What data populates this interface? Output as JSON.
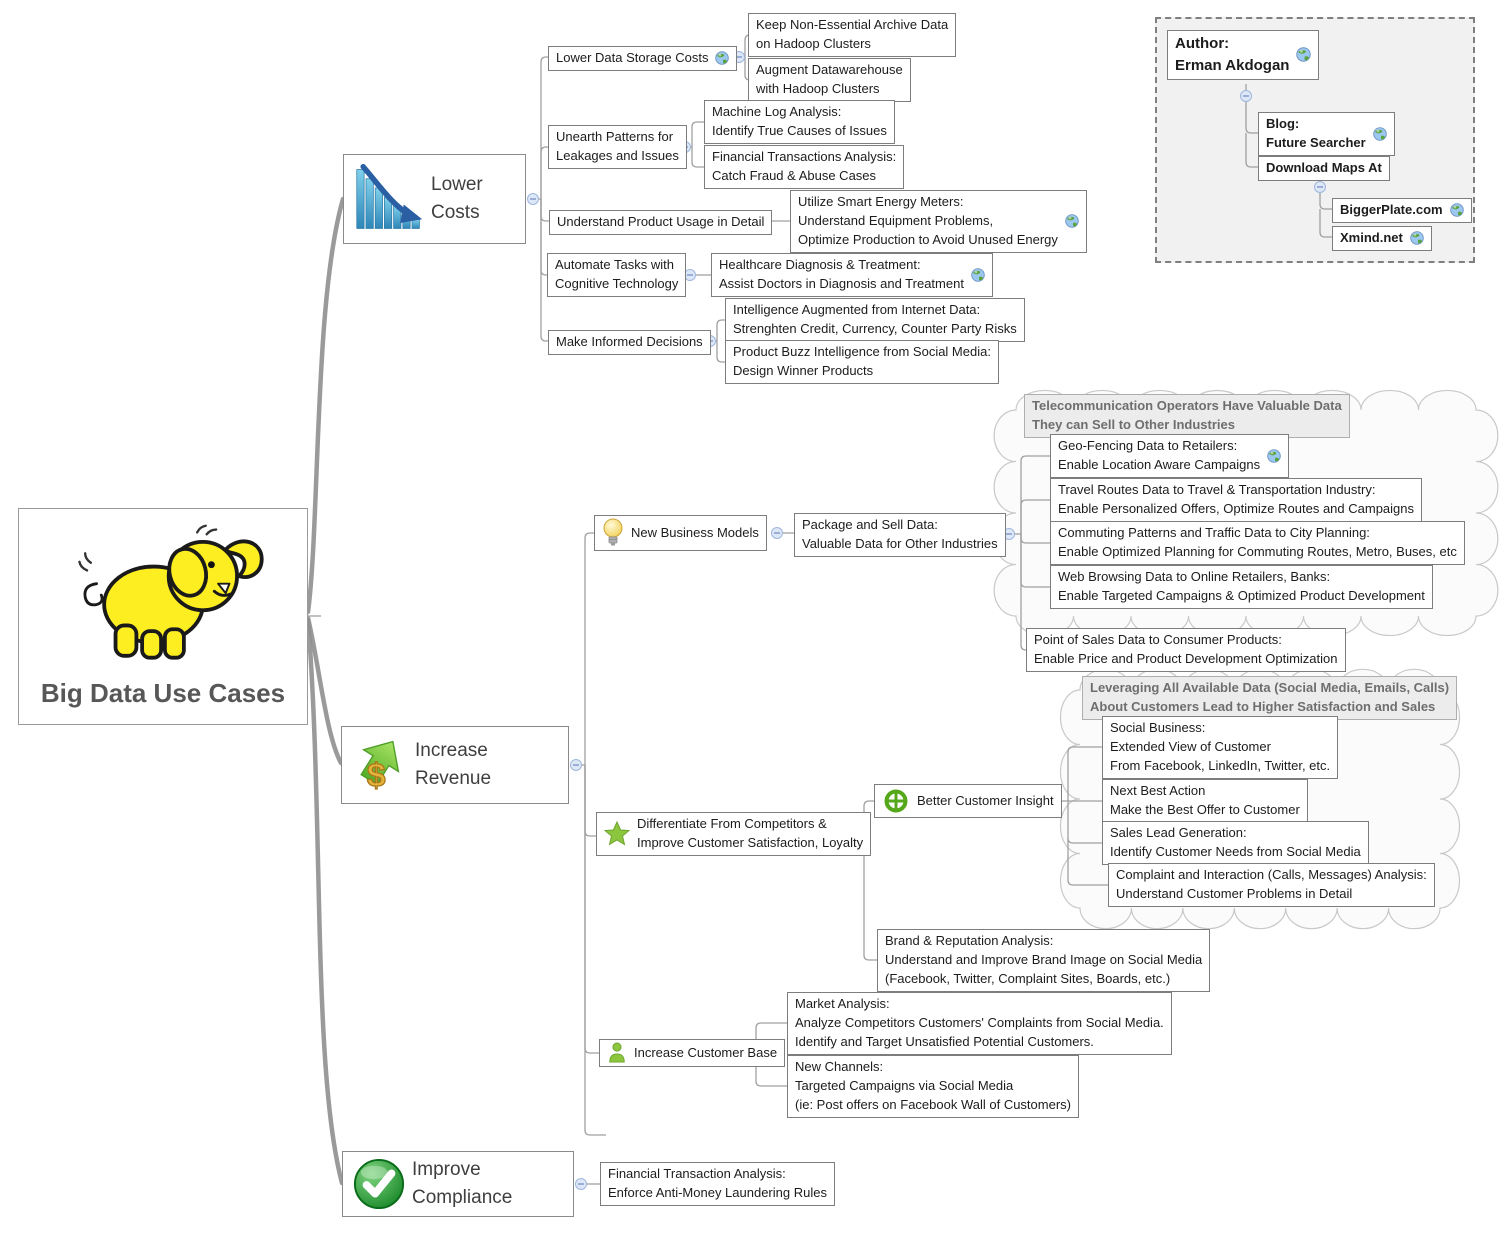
{
  "root": {
    "title": "Big Data Use Cases"
  },
  "main": {
    "lower_costs": "Lower Costs",
    "increase_revenue": "Increase Revenue",
    "improve_compliance": "Improve Compliance"
  },
  "lower_costs": {
    "topics": [
      {
        "label": "Lower Data Storage Costs",
        "children": [
          "Keep Non-Essential Archive Data\non Hadoop Clusters",
          "Augment Datawarehouse\nwith Hadoop Clusters"
        ]
      },
      {
        "label": "Unearth Patterns for\nLeakages and Issues",
        "children": [
          "Machine Log Analysis:\nIdentify True Causes of Issues",
          "Financial Transactions Analysis:\nCatch Fraud & Abuse Cases"
        ]
      },
      {
        "label": "Understand Product Usage in Detail",
        "children": [
          "Utilize Smart Energy Meters:\nUnderstand Equipment Problems,\nOptimize Production to Avoid Unused Energy"
        ]
      },
      {
        "label": "Automate Tasks with\nCognitive Technology",
        "children": [
          "Healthcare Diagnosis & Treatment:\nAssist Doctors in Diagnosis and Treatment"
        ]
      },
      {
        "label": "Make Informed Decisions",
        "children": [
          "Intelligence Augmented from Internet Data:\nStrenghten Credit, Currency, Counter Party Risks",
          "Product Buzz Intelligence from Social Media:\nDesign Winner Products"
        ]
      }
    ]
  },
  "increase_revenue": {
    "new_business": {
      "label": "New Business Models",
      "package": "Package and Sell Data:\nValuable Data for Other Industries",
      "cloud_label": "Telecommunication Operators Have Valuable Data\nThey can Sell to Other Industries",
      "cloud_items": [
        "Geo-Fencing Data to Retailers:\nEnable Location Aware Campaigns",
        "Travel Routes Data to Travel & Transportation Industry:\nEnable Personalized Offers, Optimize Routes and Campaigns",
        "Commuting Patterns and Traffic Data to City Planning:\nEnable Optimized Planning for Commuting Routes, Metro, Buses, etc",
        "Web Browsing Data to Online Retailers, Banks:\nEnable Targeted Campaigns & Optimized Product Development"
      ],
      "point_of_sales": "Point of Sales Data to Consumer Products:\nEnable Price and Product Development Optimization"
    },
    "differentiate": {
      "label": "Differentiate From Competitors &\nImprove Customer Satisfaction, Loyalty",
      "insight_label": "Better Customer Insight",
      "cloud_label": "Leveraging All Available Data (Social Media, Emails, Calls)\nAbout Customers Lead to Higher Satisfaction and Sales",
      "cloud_items": [
        "Social Business:\nExtended View of Customer\nFrom Facebook, LinkedIn, Twitter, etc.",
        "Next Best Action\nMake the Best Offer to Customer",
        "Sales Lead Generation:\nIdentify Customer Needs from Social Media",
        "Complaint and Interaction (Calls, Messages) Analysis:\nUnderstand Customer Problems in Detail"
      ],
      "brand": "Brand & Reputation Analysis:\nUnderstand and Improve Brand Image on Social Media\n(Facebook, Twitter, Complaint Sites, Boards, etc.)"
    },
    "increase_base": {
      "label": "Increase Customer Base",
      "market": "Market Analysis:\nAnalyze Competitors Customers' Complaints from Social Media.\nIdentify and Target Unsatisfied Potential Customers.",
      "channels": "New Channels:\n Targeted Campaigns via Social Media\n(ie: Post offers on Facebook Wall of Customers)"
    }
  },
  "improve_compliance": {
    "child": "Financial Transaction Analysis:\nEnforce Anti-Money Laundering Rules"
  },
  "author_panel": {
    "author": "Author:\nErman Akdogan",
    "blog": "Blog:\nFuture Searcher",
    "download": "Download Maps At",
    "sites": [
      "BiggerPlate.com",
      "Xmind.net"
    ]
  },
  "colors": {
    "accent_green": "#8cc63e",
    "hadoop_yellow": "#fdee21",
    "toggle_blue": "#dce7f7",
    "cloud_border": "#c9c9c9",
    "wire_gray": "#a0a0a0"
  }
}
